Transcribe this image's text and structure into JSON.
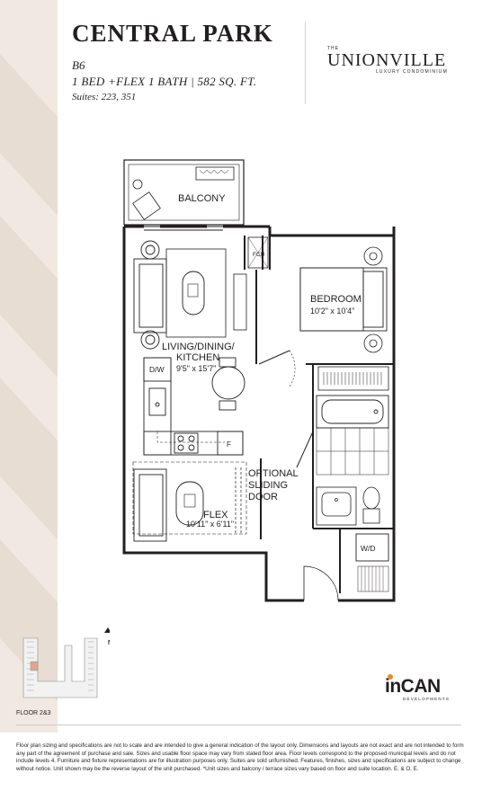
{
  "header": {
    "title": "CENTRAL PARK",
    "model": "B6",
    "spec": "1 BED +FLEX 1 BATH  |  582 SQ. FT.",
    "suites": "Suites: 223, 351"
  },
  "brand": {
    "prefix": "THE",
    "name": "UNIONVILLE",
    "tagline": "LUXURY CONDOMINIUM"
  },
  "floorplan": {
    "balcony": "BALCONY",
    "fcu": "FCU",
    "bedroom": "BEDROOM",
    "bedroom_dims": "10'2\" x 10'4\"",
    "living_line1": "LIVING/DINING/",
    "living_line2": "KITCHEN",
    "living_dims": "9'5\" x 15'7\"",
    "dw": "D/W",
    "fridge": "F",
    "optional_line1": "OPTIONAL",
    "optional_line2": "SLIDING",
    "optional_line3": "DOOR",
    "flex": "FLEX",
    "flex_dims": "10'11\" x 6'11\"",
    "wd": "W/D"
  },
  "keyplan": {
    "north": "N",
    "floor": "FLOOR 2&3"
  },
  "developer": {
    "name": "inCAN",
    "sub": "DEVELOPMENTS",
    "dot_color": "#f08a1c"
  },
  "disclaimer": "Floor plan sizing and specifications are not to scale and are intended to give a general indication of the layout only. Dimensions and layouts are not exact and are not intended to form any part of the agreement of purchase and sale. Sizes and usable floor space may vary from stated floor area. Floor levels correspond to the proposed municipal levels and do not include levels 4. Furniture and fixture representations are for illustration purposes only. Suites are sold unfurnished. Features, finishes, sizes and specifications are subject to change without notice. Unit shown may be the reverse layout of the unit purchased. *Unit sizes and balcony / terrace sizes vary based on floor and suite location. E. & O. E.",
  "colors": {
    "band": "#f1e9e1",
    "ink": "#231f20"
  }
}
